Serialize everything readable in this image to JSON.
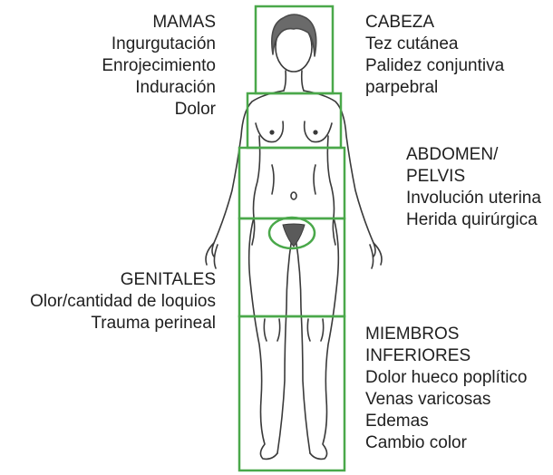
{
  "colors": {
    "region_outline": "#4aa84a",
    "body_line": "#3a3a3a",
    "text": "#1f1f1f",
    "background": "#ffffff"
  },
  "regions": [
    {
      "id": "mamas",
      "heading": "MAMAS",
      "items": [
        "Ingurgutación",
        "Enrojecimiento",
        "Induración",
        "Dolor"
      ]
    },
    {
      "id": "cabeza",
      "heading": "CABEZA",
      "items": [
        "Tez cutánea",
        "Palidez conjuntiva",
        "parpebral"
      ]
    },
    {
      "id": "abdomen",
      "heading": "ABDOMEN/",
      "items": [
        "PELVIS",
        "Involución uterina",
        "Herida quirúrgica"
      ]
    },
    {
      "id": "genitales",
      "heading": "GENITALES",
      "items": [
        "Olor/cantidad de loquios",
        "Trauma perineal"
      ]
    },
    {
      "id": "miembros",
      "heading": "MIEMBROS",
      "items": [
        "INFERIORES",
        "Dolor hueco poplítico",
        "Venas varicosas",
        "Edemas",
        "Cambio color"
      ]
    }
  ]
}
